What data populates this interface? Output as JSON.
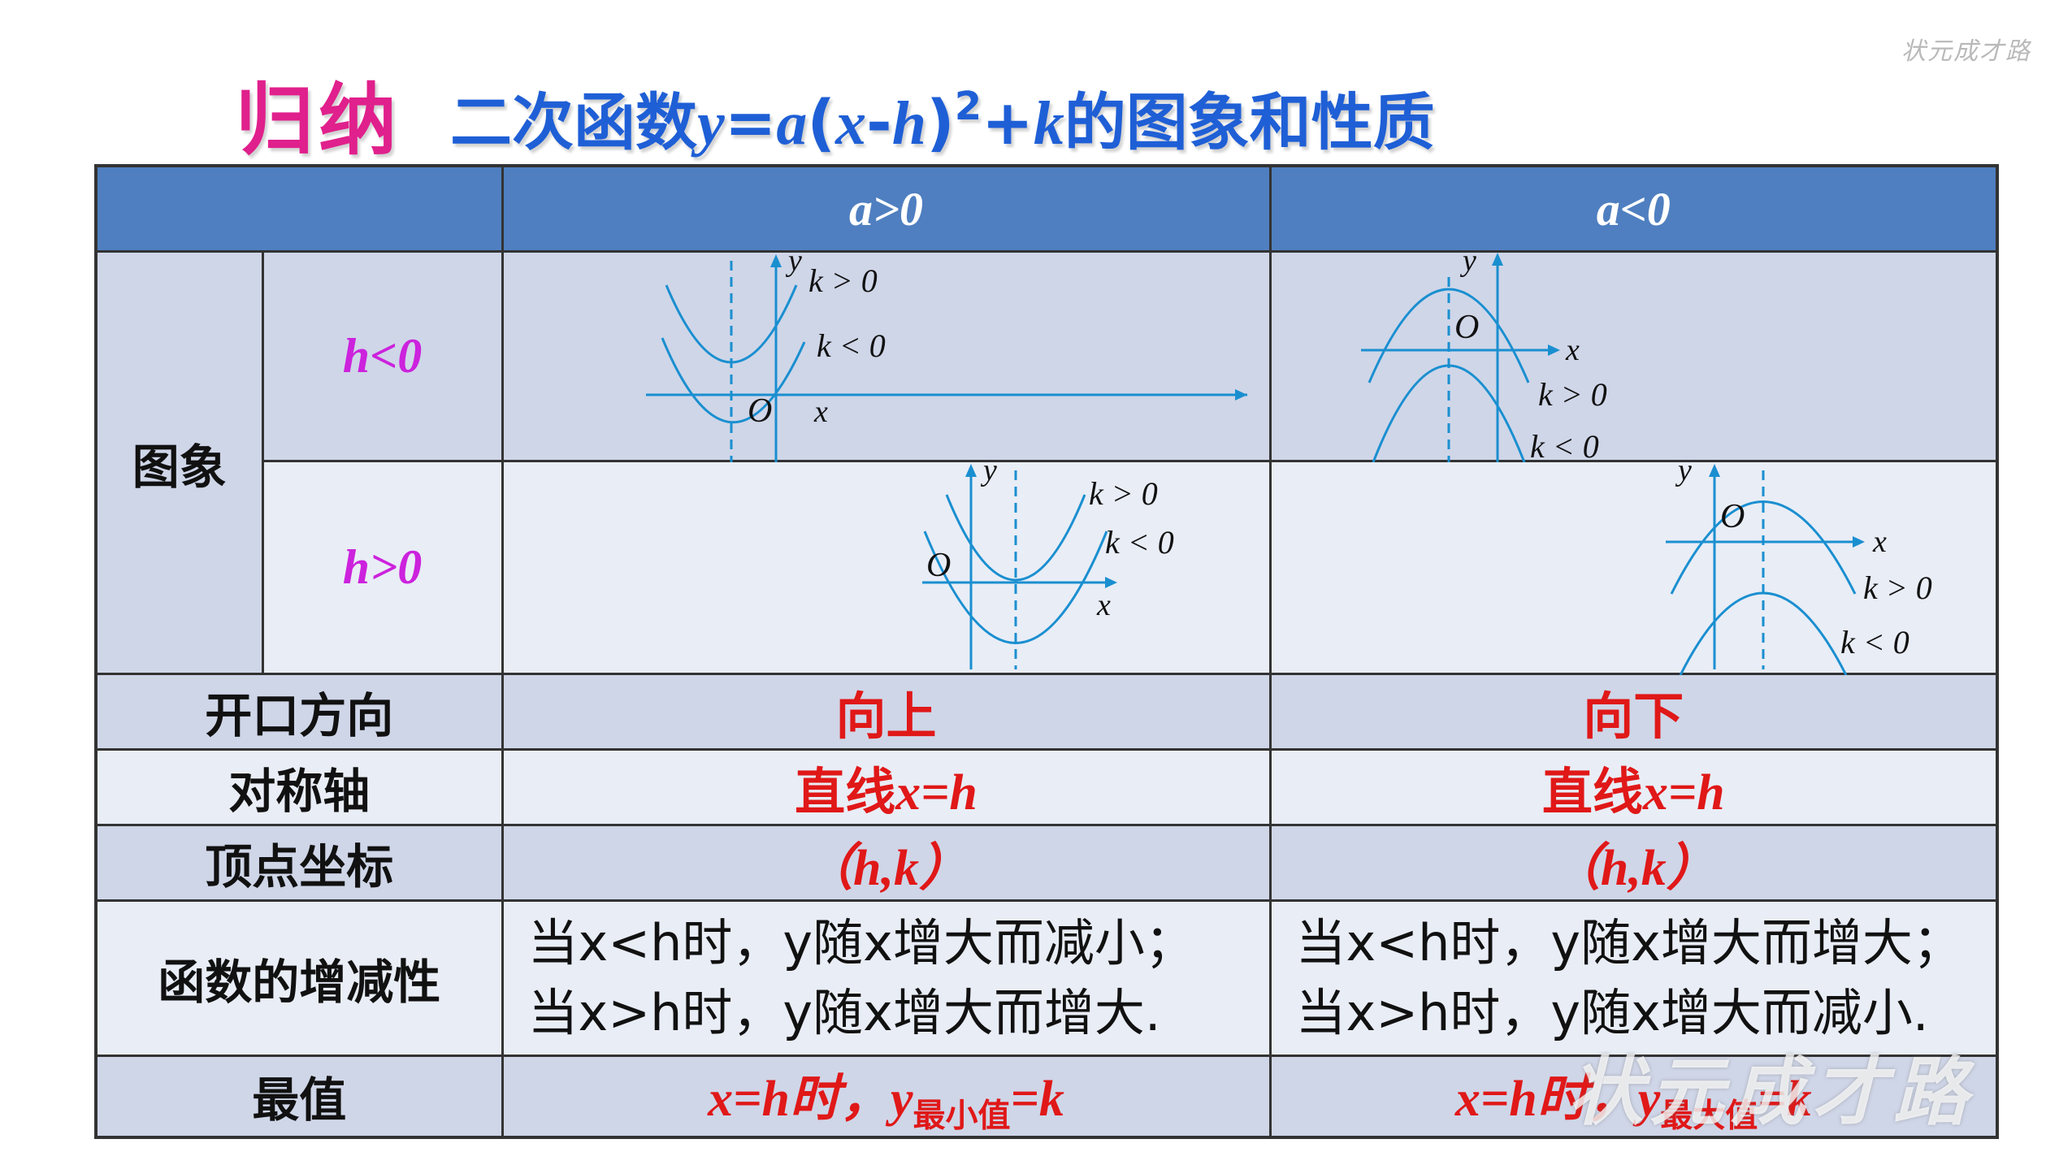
{
  "title": {
    "main": "归纳",
    "sub_prefix": "二次函数",
    "formula_y": "y",
    "formula_eq": "=",
    "formula_a": "a",
    "formula_open": "(",
    "formula_x": "x",
    "formula_minus": "-",
    "formula_h": "h",
    "formula_close": ")",
    "formula_sup": "2",
    "formula_plus": "+",
    "formula_k": "k",
    "sub_suffix": "的图象和性质"
  },
  "watermark": {
    "top": "状元成才路",
    "bottom": "状元成才路"
  },
  "table": {
    "header": {
      "col_pos": "a>0",
      "col_neg": "a<0"
    },
    "image_label": "图象",
    "h_neg": "h<0",
    "h_pos": "h>0",
    "graph_labels": {
      "y": "y",
      "x": "x",
      "o": "O",
      "k_pos": "k > 0",
      "k_neg": "k < 0"
    },
    "rows": {
      "opening": {
        "label": "开口方向",
        "pos": "向上",
        "neg": "向下"
      },
      "axis": {
        "label": "对称轴",
        "pos_prefix": "直线",
        "pos_formula": "x=h",
        "neg_prefix": "直线",
        "neg_formula": "x=h"
      },
      "vertex": {
        "label": "顶点坐标",
        "pos": "（h,k）",
        "neg": "（h,k）"
      },
      "monotonic": {
        "label": "函数的增减性",
        "pos_line1": "当x<h时，y随x增大而减小；",
        "pos_line2": "当x>h时，y随x增大而增大.",
        "neg_line1": "当x<h时，y随x增大而增大；",
        "neg_line2": "当x>h时，y随x增大而减小."
      },
      "extreme": {
        "label": "最值",
        "pos_pre": "x=h时，y",
        "pos_sub": "最小值",
        "pos_post": "=k",
        "neg_pre": "x=h时，y",
        "neg_sub": "最大值",
        "neg_post": "=k"
      }
    }
  },
  "colors": {
    "header": "#4f7fc0",
    "cell_dark": "#cfd6e8",
    "cell_light": "#e9edf6",
    "title_pink": "#e0208c",
    "title_blue": "#1f5fd6",
    "answer_red": "#e01818",
    "h_label": "#cc22dd",
    "curve": "#1a8fd0"
  }
}
